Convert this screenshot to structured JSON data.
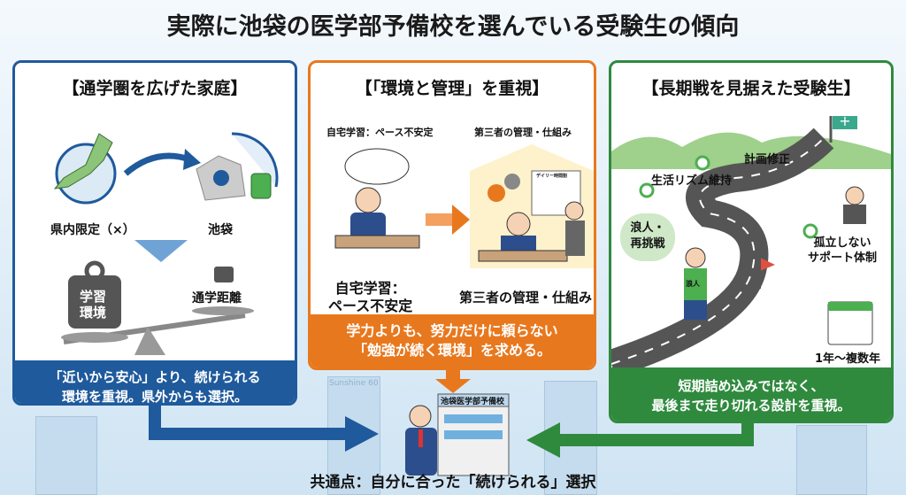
{
  "title": "実際に池袋の医学部予備校を選んでいる受験生の傾向",
  "panels": [
    {
      "heading": "【通学圏を広げた家庭】",
      "labels": {
        "prefecture": "県内限定（×）",
        "ikebukuro": "池袋",
        "weight_big": "学習環境",
        "weight_small": "通学距離"
      },
      "footer": [
        "「近いから安心」より、続けられる",
        "環境を重視。県外からも選択。"
      ],
      "color": "#1f5a9c"
    },
    {
      "heading": "【「環境と管理」を重視】",
      "labels": {
        "top_left": "自宅学習：ペース不安定",
        "top_right": "第三者の管理・仕組み",
        "bottom_left": [
          "自宅学習：",
          "ペース不安定"
        ],
        "bottom_right": "第三者の管理・仕組み",
        "schedule": "デイリー時間割"
      },
      "footer": [
        "学力よりも、努力だけに頼らない",
        "「勉強が続く環境」を求める。"
      ],
      "color": "#e8781e"
    },
    {
      "heading": "【長期戦を見据えた受験生】",
      "labels": {
        "plan": "計画修正",
        "rhythm": "生活リズム維持",
        "ronin": [
          "浪人・",
          "再挑戦"
        ],
        "bib": "浪人",
        "support": [
          "孤立しない",
          "サポート体制"
        ],
        "years": "1年～複数年"
      },
      "footer": [
        "短期詰め込みではなく、",
        "最後まで走り切れる設計を重視。"
      ],
      "color": "#2f8a3e"
    }
  ],
  "building": {
    "sign": "池袋医学部予備校",
    "landmark": "Sunshine 60"
  },
  "caption": "共通点：自分に合った「続けられる」選択"
}
